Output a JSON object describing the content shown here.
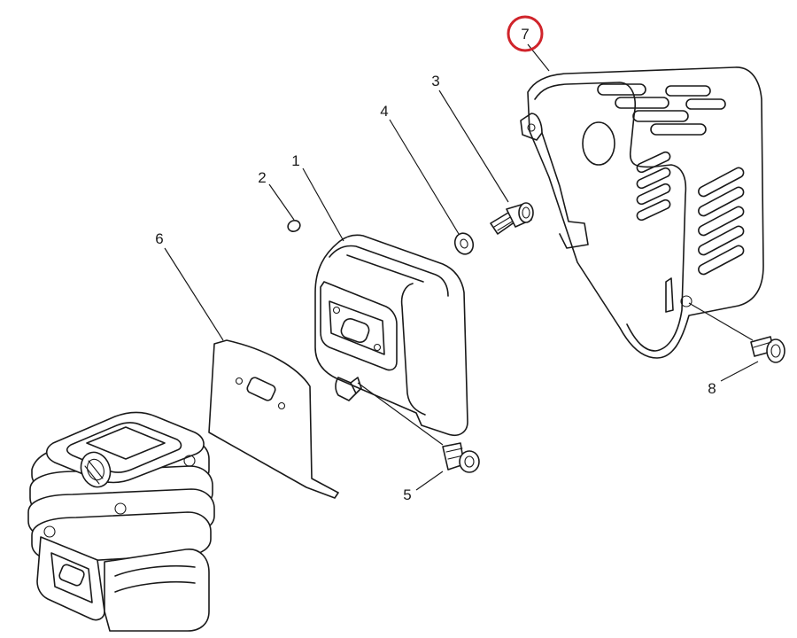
{
  "diagram": {
    "callouts": [
      {
        "id": "c1",
        "label": "1"
      },
      {
        "id": "c2",
        "label": "2"
      },
      {
        "id": "c3",
        "label": "3"
      },
      {
        "id": "c4",
        "label": "4"
      },
      {
        "id": "c5",
        "label": "5"
      },
      {
        "id": "c6",
        "label": "6"
      },
      {
        "id": "c7",
        "label": "7"
      },
      {
        "id": "c8",
        "label": "8"
      }
    ],
    "highlight": {
      "callout": "7",
      "color": "#d0242b"
    },
    "line_color": "#1a1a1a"
  }
}
